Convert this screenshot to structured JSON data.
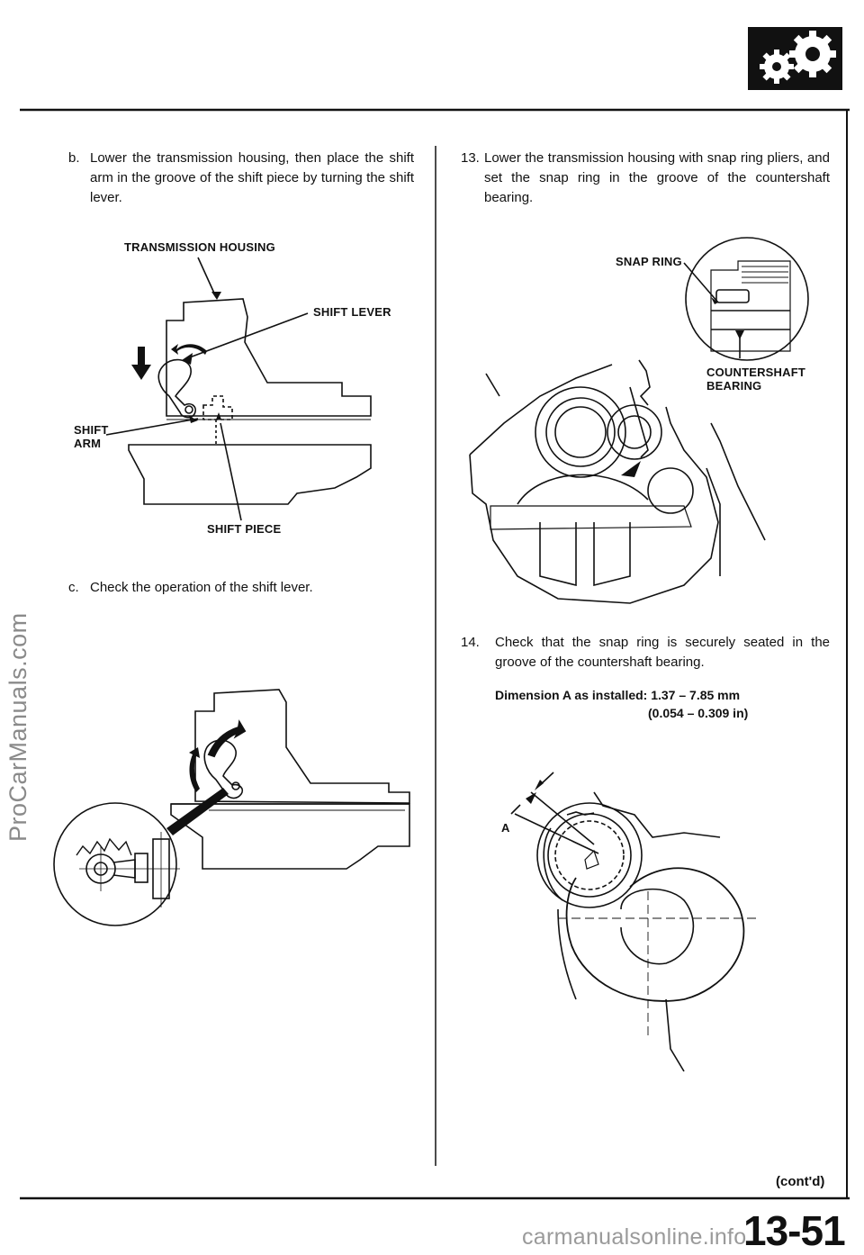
{
  "watermark_side": "ProCarManuals.com",
  "watermark_bottom": "carmanualsonline.info",
  "page_number": "13-51",
  "left_column": {
    "step_b": {
      "marker": "b.",
      "text": "Lower the transmission housing, then place the shift arm in the groove of the shift piece by turning the shift lever."
    },
    "fig1_labels": {
      "transmission_housing": "TRANSMISSION HOUSING",
      "shift_lever": "SHIFT LEVER",
      "shift_arm_1": "SHIFT",
      "shift_arm_2": "ARM",
      "shift_piece": "SHIFT PIECE"
    },
    "step_c": {
      "marker": "c.",
      "text": "Check the operation of the shift lever."
    }
  },
  "right_column": {
    "step_13": {
      "marker": "13.",
      "text": "Lower the transmission housing with snap ring pliers, and set the snap ring in the groove of the countershaft bearing."
    },
    "fig2_labels": {
      "snap_ring": "SNAP RING",
      "countershaft_1": "COUNTERSHAFT",
      "countershaft_2": "BEARING"
    },
    "step_14": {
      "marker": "14.",
      "text": "Check that the snap ring is securely seated in the groove of the countershaft bearing."
    },
    "spec_line_1": "Dimension A as installed: 1.37 – 7.85 mm",
    "spec_line_2": "(0.054 – 0.309 in)",
    "fig4_label_a": "A",
    "contd": "(cont'd)"
  }
}
